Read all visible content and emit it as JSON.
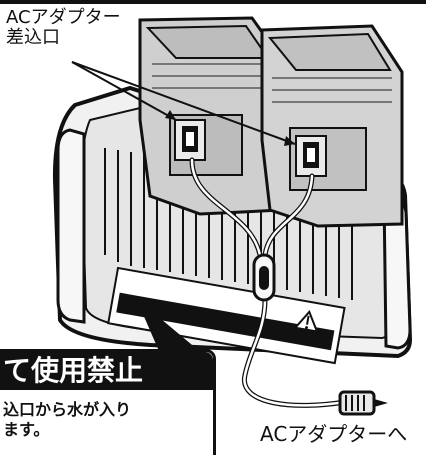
{
  "labels": {
    "ac_inlet": [
      "ACアダプター",
      "差込口"
    ],
    "ac_adapter": "ACアダプターへ"
  },
  "warning": {
    "title": "て使用禁止",
    "lines": [
      "込口から水が入り",
      "ます。"
    ]
  },
  "colors": {
    "ink": "#111111",
    "body_fill": "#eeeeee",
    "housing_fill": "#cfcfcf",
    "housing_dark": "#9e9e9e"
  },
  "icons": [
    "arrow-icon",
    "warning-triangle-icon",
    "plug-icon"
  ]
}
